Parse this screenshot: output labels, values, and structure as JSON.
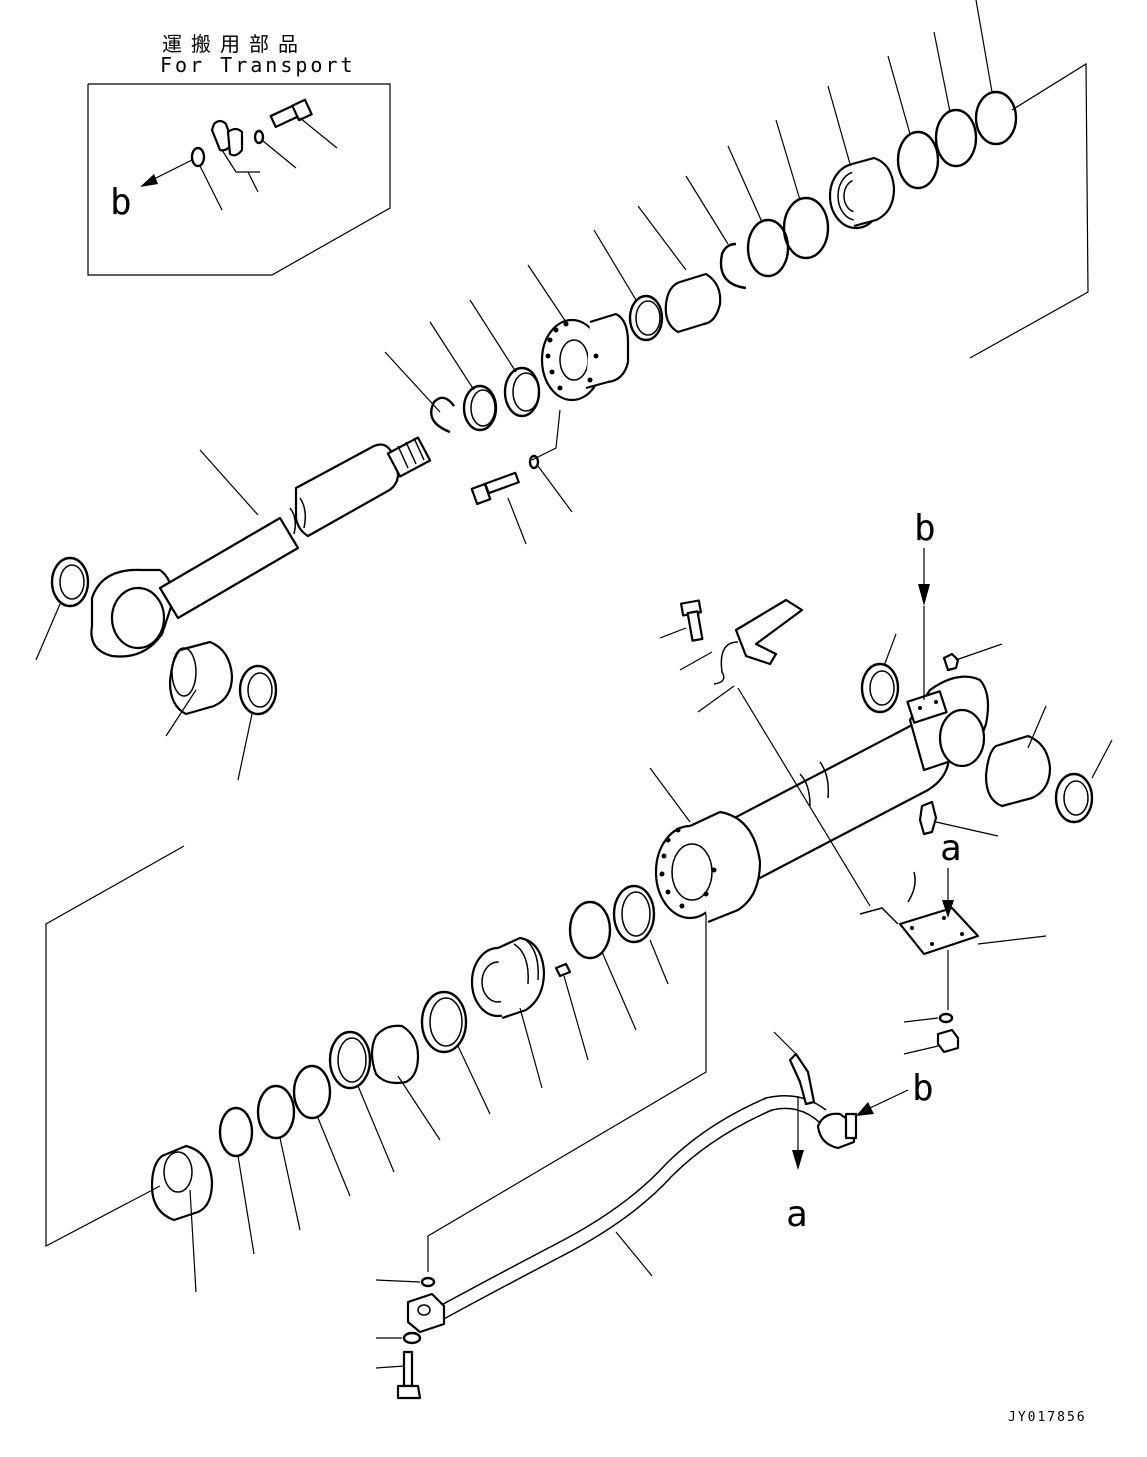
{
  "transport_box": {
    "title_jp": "運搬用部品",
    "title_en": "For Transport"
  },
  "callouts": {
    "b": "b",
    "a": "a"
  },
  "drawing_code": "JY017856"
}
